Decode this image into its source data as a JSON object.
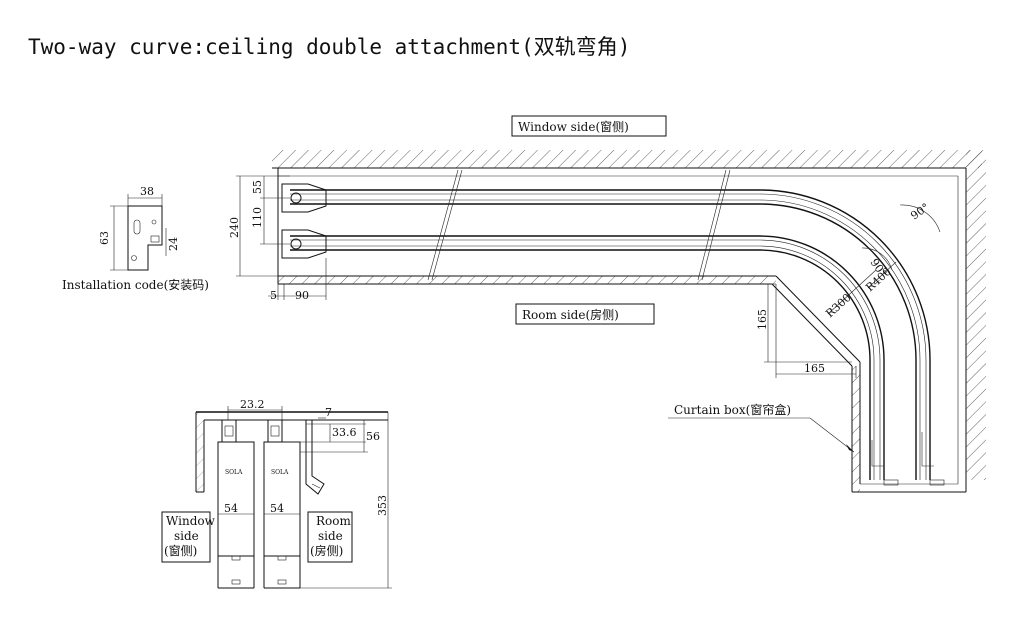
{
  "title": "Two-way curve:ceiling double attachment(双轨弯角)",
  "labels": {
    "window_side": "Window side(窗侧)",
    "room_side": "Room side(房侧)",
    "installation_code": "Installation code(安装码)",
    "curtain_box": "Curtain box(窗帘盒)",
    "section_window_side": [
      "Window",
      "side",
      "(窗侧)"
    ],
    "section_room_side": [
      "Room",
      "side",
      "(房侧)"
    ],
    "bracket_brand": "SOLA"
  },
  "dimensions": {
    "bracket_width": "38",
    "bracket_height": "63",
    "bracket_slot": "24",
    "track_spacing_top": "55",
    "track_spacing_mid": "110",
    "box_depth": "240",
    "wall_gap": "5",
    "end_offset": "90",
    "chamfer_vertical": "165",
    "chamfer_horizontal": "165",
    "radius_inner": "R300",
    "radius_outer": "R400",
    "angle_outer": "90°",
    "angle_inner": "90°",
    "section_top_offset": "23.2",
    "section_gap": "7",
    "section_height_small": "33.6",
    "section_height": "56",
    "section_total": "353",
    "section_width_left": "54",
    "section_width_right": "54"
  },
  "colors": {
    "line": "#111111",
    "background": "#ffffff"
  }
}
